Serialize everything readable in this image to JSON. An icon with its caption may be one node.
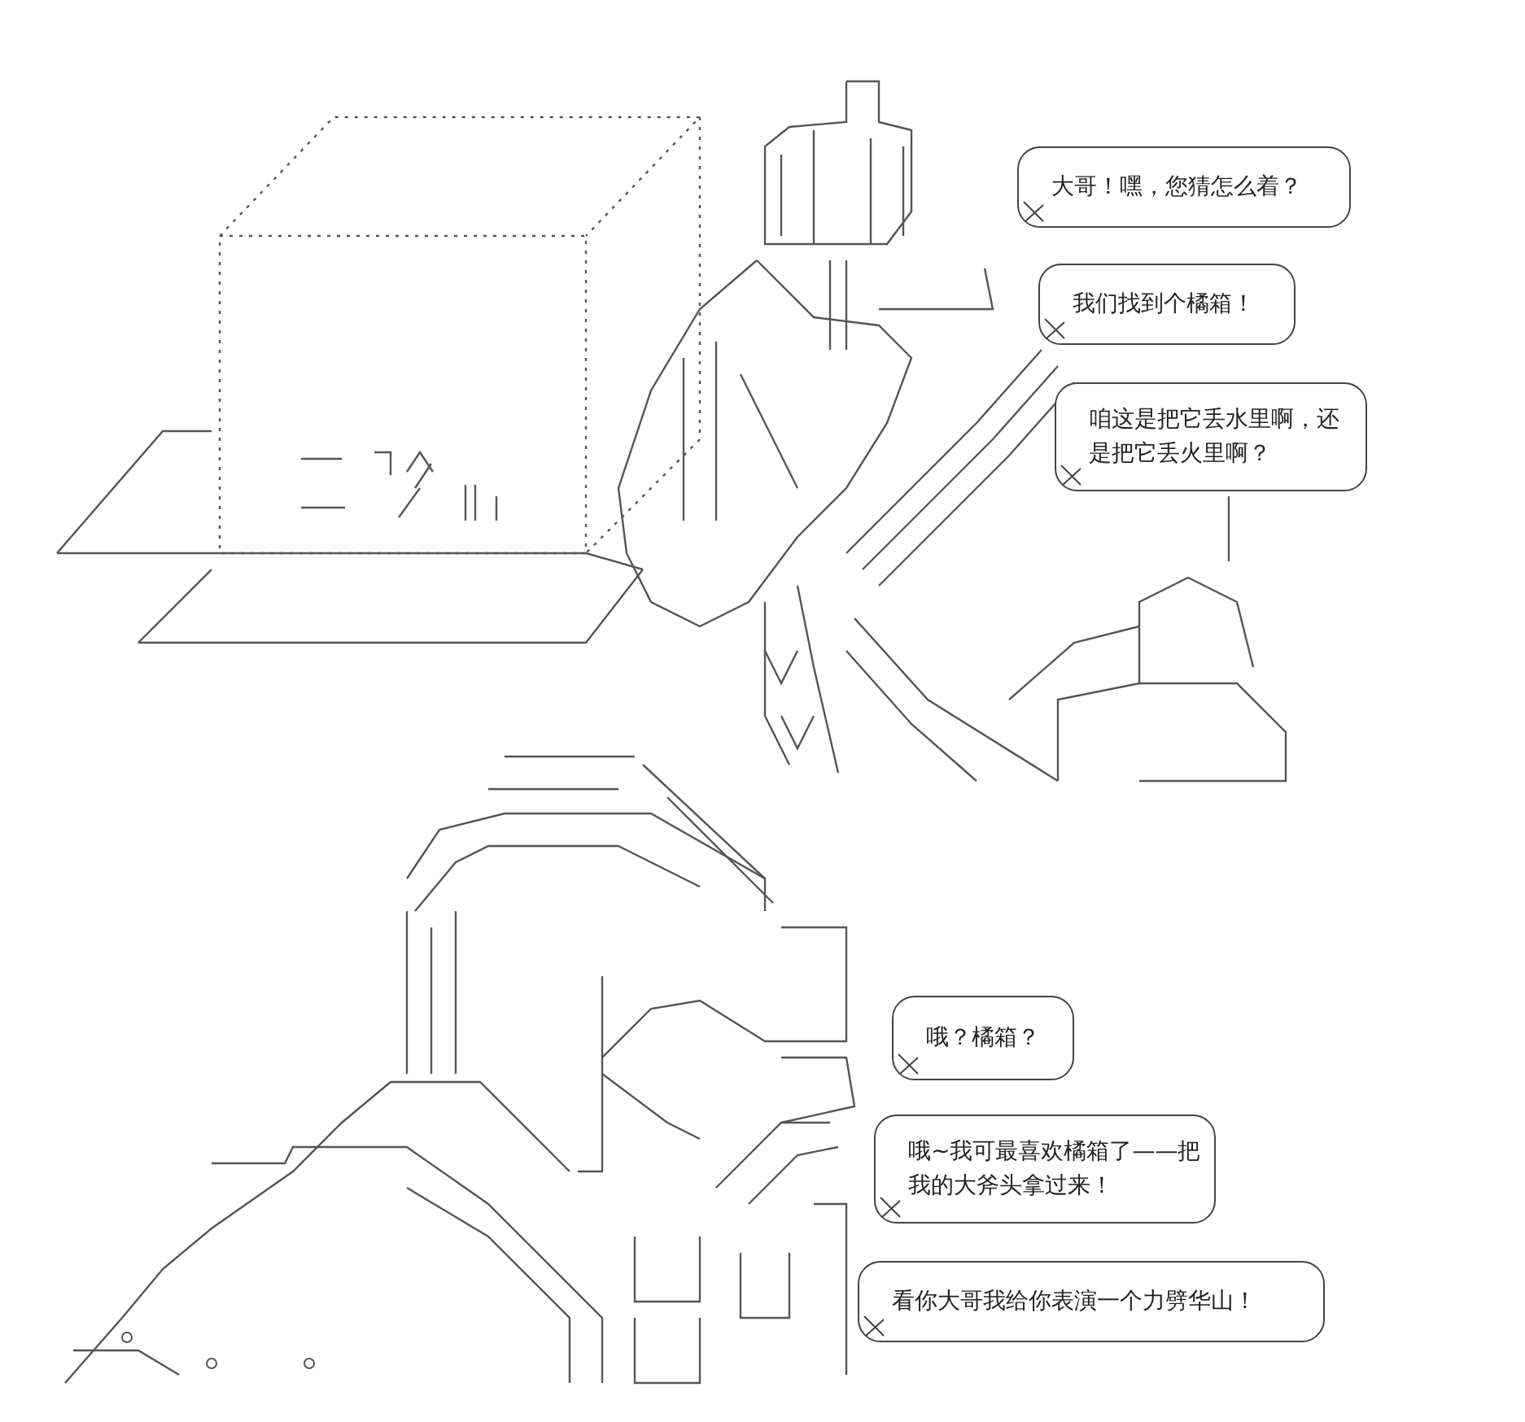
{
  "diagram": {
    "nodes": [
      {
        "text": [
          "大哥！嘿，您猜怎么着？"
        ]
      },
      {
        "text": [
          "我们找到个橘箱！"
        ]
      },
      {
        "text": [
          "咱这是把它丢水里啊，还是把它丢火里啊？"
        ]
      },
      {
        "text": [
          "哦？橘箱？"
        ]
      },
      {
        "text": [
          "哦~我可最喜欢橘箱了——把我的大斧头拿过来！"
        ]
      },
      {
        "text": [
          "看你大哥我给你表演一个力劈华山！"
        ]
      }
    ]
  }
}
